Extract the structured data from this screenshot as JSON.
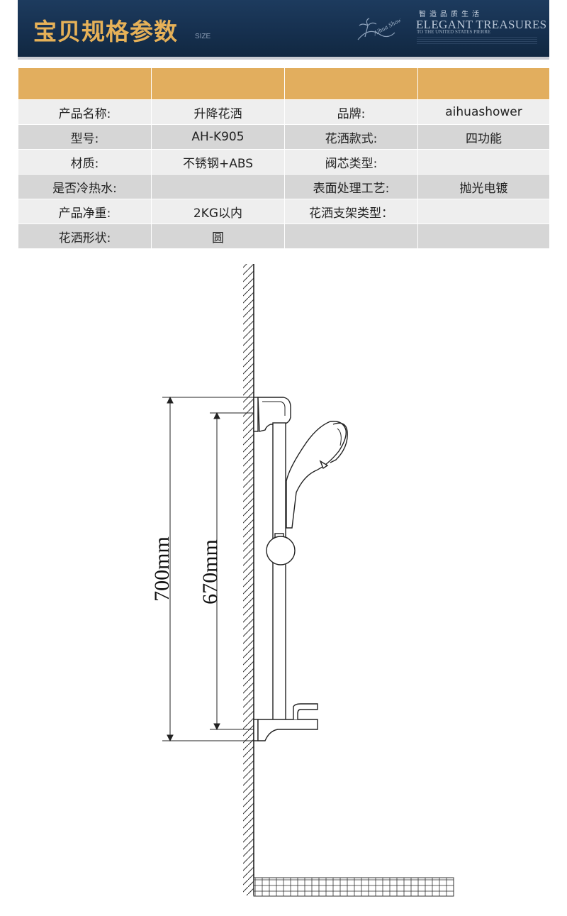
{
  "banner": {
    "title": "宝贝规格参数",
    "size_label": "SIZE",
    "brand_cn": "智造品质生活",
    "brand_en": "ELEGANT TREASURES",
    "brand_sub": "TO THE UNITED STATES PIERRE",
    "logo_text": "Aihua Shower"
  },
  "spec_table": {
    "header": [
      "",
      "",
      "",
      ""
    ],
    "rows": [
      [
        "产品名称:",
        "升降花洒",
        "品牌:",
        "aihuashower"
      ],
      [
        "型号:",
        "AH-K905",
        "花洒款式:",
        "四功能"
      ],
      [
        "材质:",
        "不锈钢+ABS",
        "阀芯类型:",
        ""
      ],
      [
        "是否冷热水:",
        "",
        "表面处理工艺:",
        "抛光电镀"
      ],
      [
        "产品净重:",
        "2KG以内",
        "花洒支架类型：",
        ""
      ],
      [
        "花洒形状:",
        "圆",
        "",
        ""
      ]
    ]
  },
  "drawing": {
    "dim_outer": "700mm",
    "dim_inner": "670mm"
  }
}
